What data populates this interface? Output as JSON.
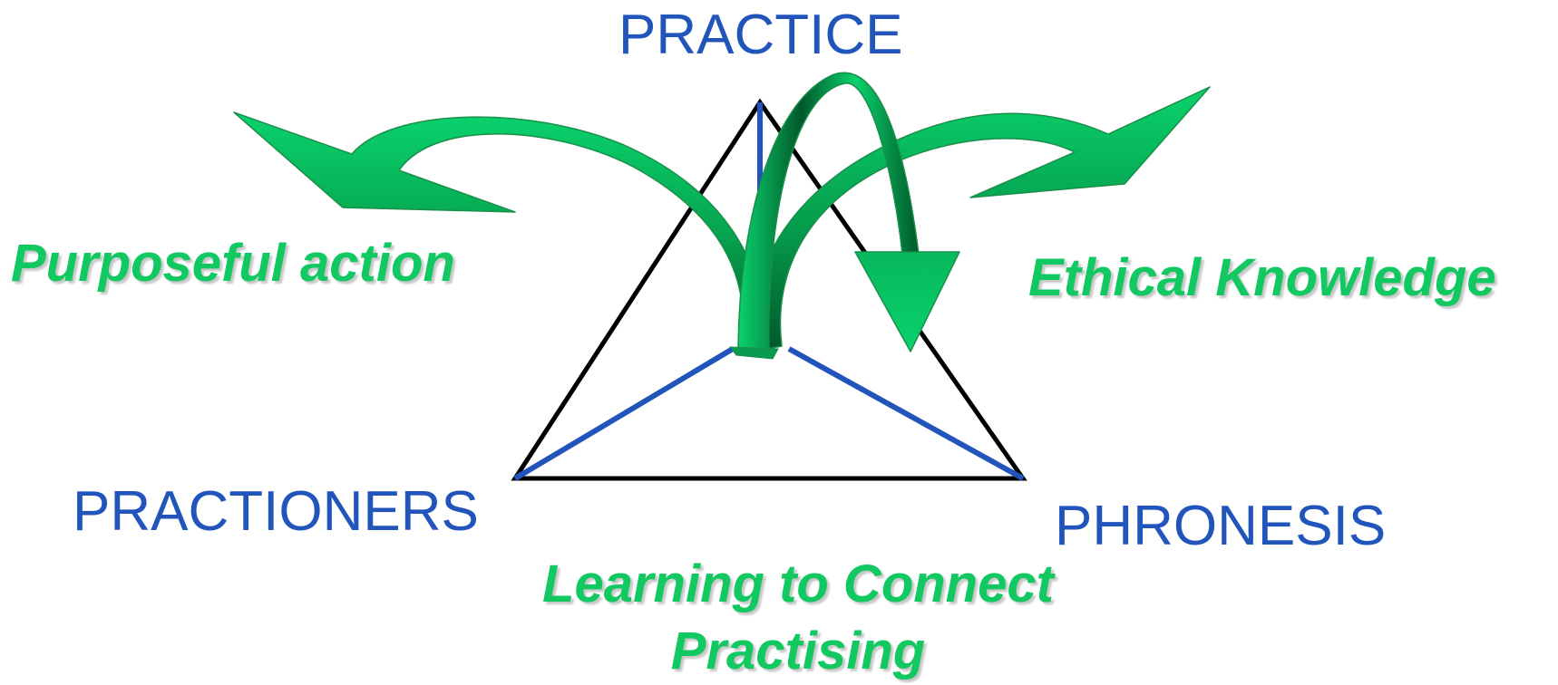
{
  "colors": {
    "node_text": "#2255bb",
    "outcome_text": "#12c860",
    "triangle_edge": "#000000",
    "inner_edge": "#2255bb",
    "arrow_light": "#0ad26c",
    "arrow_dark": "#00582a"
  },
  "nodes": {
    "practice": "PRACTICE",
    "practitioners": "PRACTIONERS",
    "phronesis": "PHRONESIS"
  },
  "outcomes": {
    "purposeful_action": "Purposeful action",
    "ethical_knowledge": "Ethical Knowledge",
    "learning_line1": "Learning to Connect",
    "learning_line2": "Practising"
  },
  "arrows": [
    "curved-arrow-left",
    "curved-arrow-right",
    "curved-arrow-down"
  ]
}
